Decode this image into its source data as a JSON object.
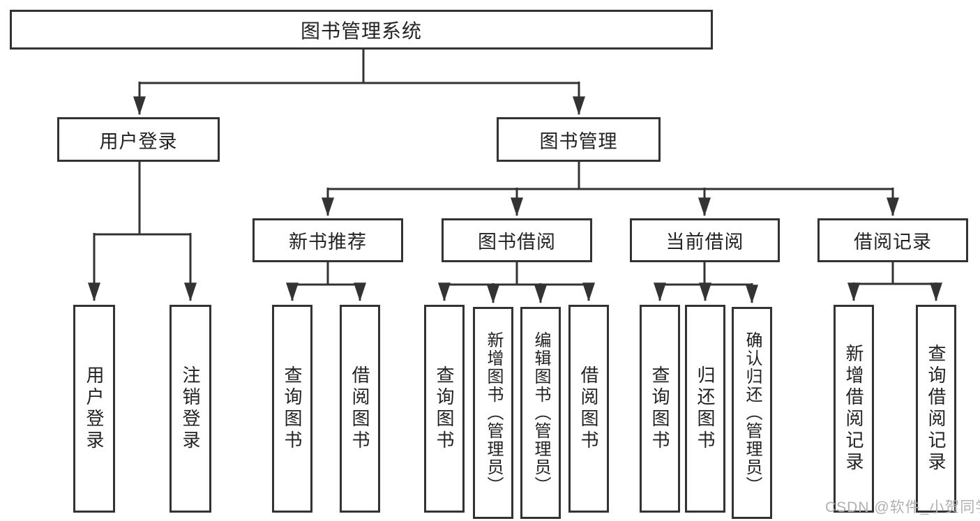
{
  "colors": {
    "line": "#333333",
    "text": "#222222",
    "watermark": "#b0b0b0",
    "background": "#ffffff"
  },
  "diagram_title": "图书管理系统",
  "nodes": {
    "root": "图书管理系统",
    "user_login": "用户登录",
    "book_mgmt": "图书管理",
    "new_book_rec": "新书推荐",
    "book_borrow": "图书借阅",
    "current_borrow": "当前借阅",
    "borrow_record": "借阅记录",
    "leaf_user_login": "用户登录",
    "leaf_logout": "注销登录",
    "leaf_nbr_query": "查询图书",
    "leaf_nbr_borrow": "借阅图书",
    "leaf_bb_query": "查询图书",
    "leaf_bb_add": "新增图书（管理员）",
    "leaf_bb_edit": "编辑图书（管理员）",
    "leaf_bb_borrow": "借阅图书",
    "leaf_cb_query": "查询图书",
    "leaf_cb_return": "归还图书",
    "leaf_cb_confirm": "确认归还（管理员）",
    "leaf_br_add": "新增借阅记录",
    "leaf_br_query": "查询借阅记录"
  },
  "watermark": "CSDN @软件_小贺同学"
}
